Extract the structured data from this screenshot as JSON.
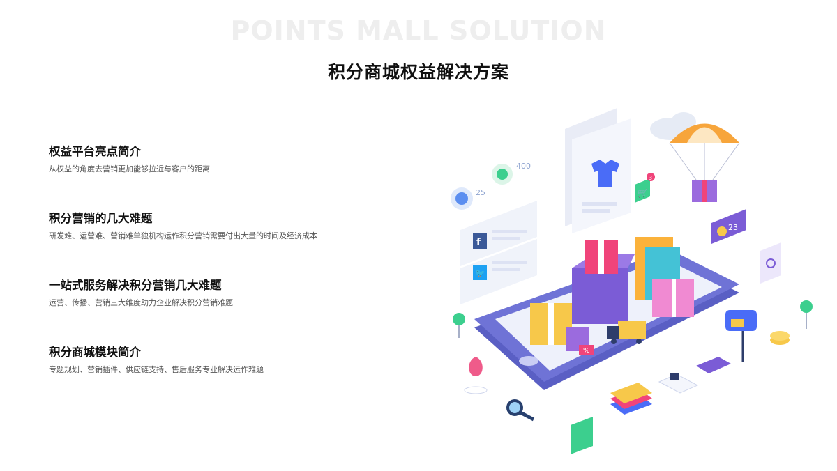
{
  "header": {
    "bg_title": "POINTS MALL SOLUTION",
    "title": "积分商城权益解决方案"
  },
  "features": [
    {
      "title": "权益平台亮点简介",
      "desc": "从权益的角度去营销更加能够拉近与客户的距离"
    },
    {
      "title": "积分营销的几大难题",
      "desc": "研发难、运营难、营销难单独机构运作积分营销需要付出大量的时间及经济成本"
    },
    {
      "title": "一站式服务解决积分营销几大难题",
      "desc": "运营、传播、营销三大维度助力企业解决积分营销难题"
    },
    {
      "title": "积分商城模块简介",
      "desc": "专题规划、营销插件、供应链支持、售后服务专业解决运作难题"
    }
  ],
  "illustration": {
    "like_count": "25",
    "share_count": "400",
    "emoji_count": "23",
    "cart_badge": "3",
    "tag_text": "%",
    "social_icons": [
      "facebook-icon",
      "twitter-icon"
    ],
    "colors": {
      "phone": "#6f73d6",
      "phone_screen": "#eef1fb",
      "gift_red": "#f0447a",
      "gift_purple": "#7b5cd6",
      "gift_yellow": "#f7c84a",
      "parachute_orange": "#f7a53b",
      "green_tag": "#3ccf8e",
      "pin_pink": "#ef5b8a"
    }
  }
}
